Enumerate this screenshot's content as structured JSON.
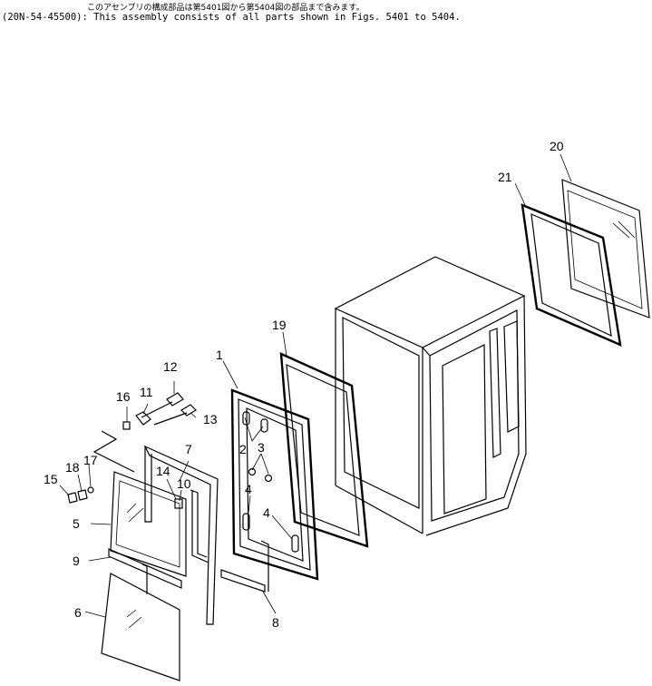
{
  "header": {
    "japanese_note": "このアセンブリの構成部品は第5401図から第5404図の部品まで含みます。",
    "part_number": "(20N-54-45500)",
    "english_note": ": This assembly consists of all parts shown in Figs. 5401 to 5404."
  },
  "callouts": {
    "c1": "1",
    "c2": "2",
    "c3": "3",
    "c4a": "4",
    "c4b": "4",
    "c5": "5",
    "c6": "6",
    "c7": "7",
    "c8": "8",
    "c9": "9",
    "c10": "10",
    "c11": "11",
    "c12": "12",
    "c13": "13",
    "c14": "14",
    "c15": "15",
    "c16": "16",
    "c17": "17",
    "c18": "18",
    "c19": "19",
    "c20": "20",
    "c21": "21"
  }
}
